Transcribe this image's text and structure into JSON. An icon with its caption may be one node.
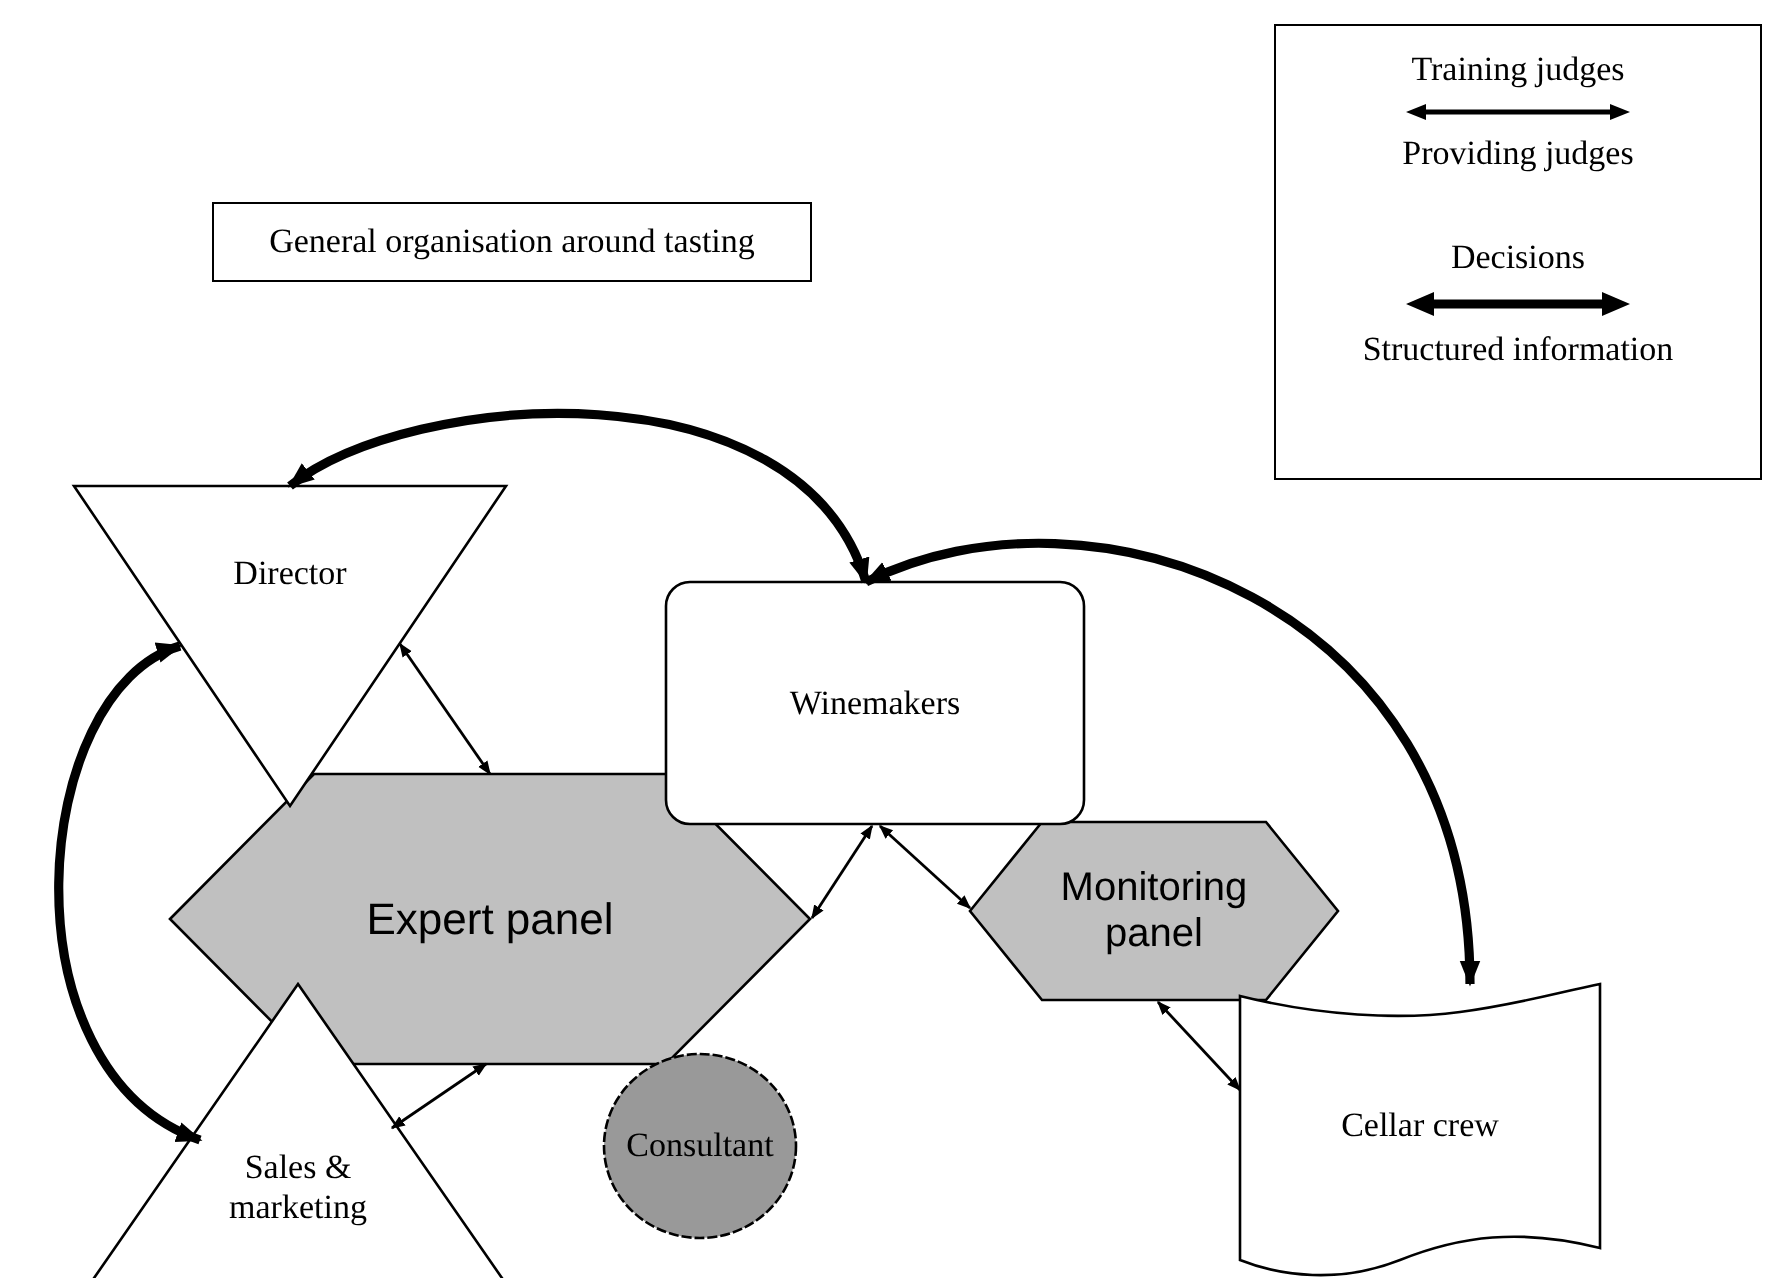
{
  "diagram": {
    "nodes": [
      {
        "text": [
          "General organisation around tasting"
        ]
      },
      {
        "text": [
          "Director"
        ]
      },
      {
        "text": [
          "Winemakers"
        ]
      },
      {
        "text": [
          "Expert panel"
        ]
      },
      {
        "text": [
          "Monitoring panel"
        ]
      },
      {
        "text": [
          "Consultant"
        ]
      },
      {
        "text": [
          "Sales & marketing"
        ]
      },
      {
        "text": [
          "Cellar crew"
        ]
      }
    ],
    "edges": [
      {
        "from": 1,
        "to": 2,
        "arrow": "both",
        "style": "thick"
      },
      {
        "from": 2,
        "to": 7,
        "arrow": "both",
        "style": "thick"
      },
      {
        "from": 1,
        "to": 6,
        "arrow": "both",
        "style": "thick"
      },
      {
        "from": 1,
        "to": 3,
        "arrow": "both"
      },
      {
        "from": 3,
        "to": 2,
        "arrow": "both"
      },
      {
        "from": 2,
        "to": 4,
        "arrow": "both"
      },
      {
        "from": 3,
        "to": 6,
        "arrow": "both"
      },
      {
        "from": 4,
        "to": 7,
        "arrow": "both"
      }
    ],
    "legend": [
      {
        "text": "Training judges"
      },
      {
        "text": "Providing judges"
      },
      {
        "text": "Decisions"
      },
      {
        "text": "Structured information"
      }
    ]
  }
}
